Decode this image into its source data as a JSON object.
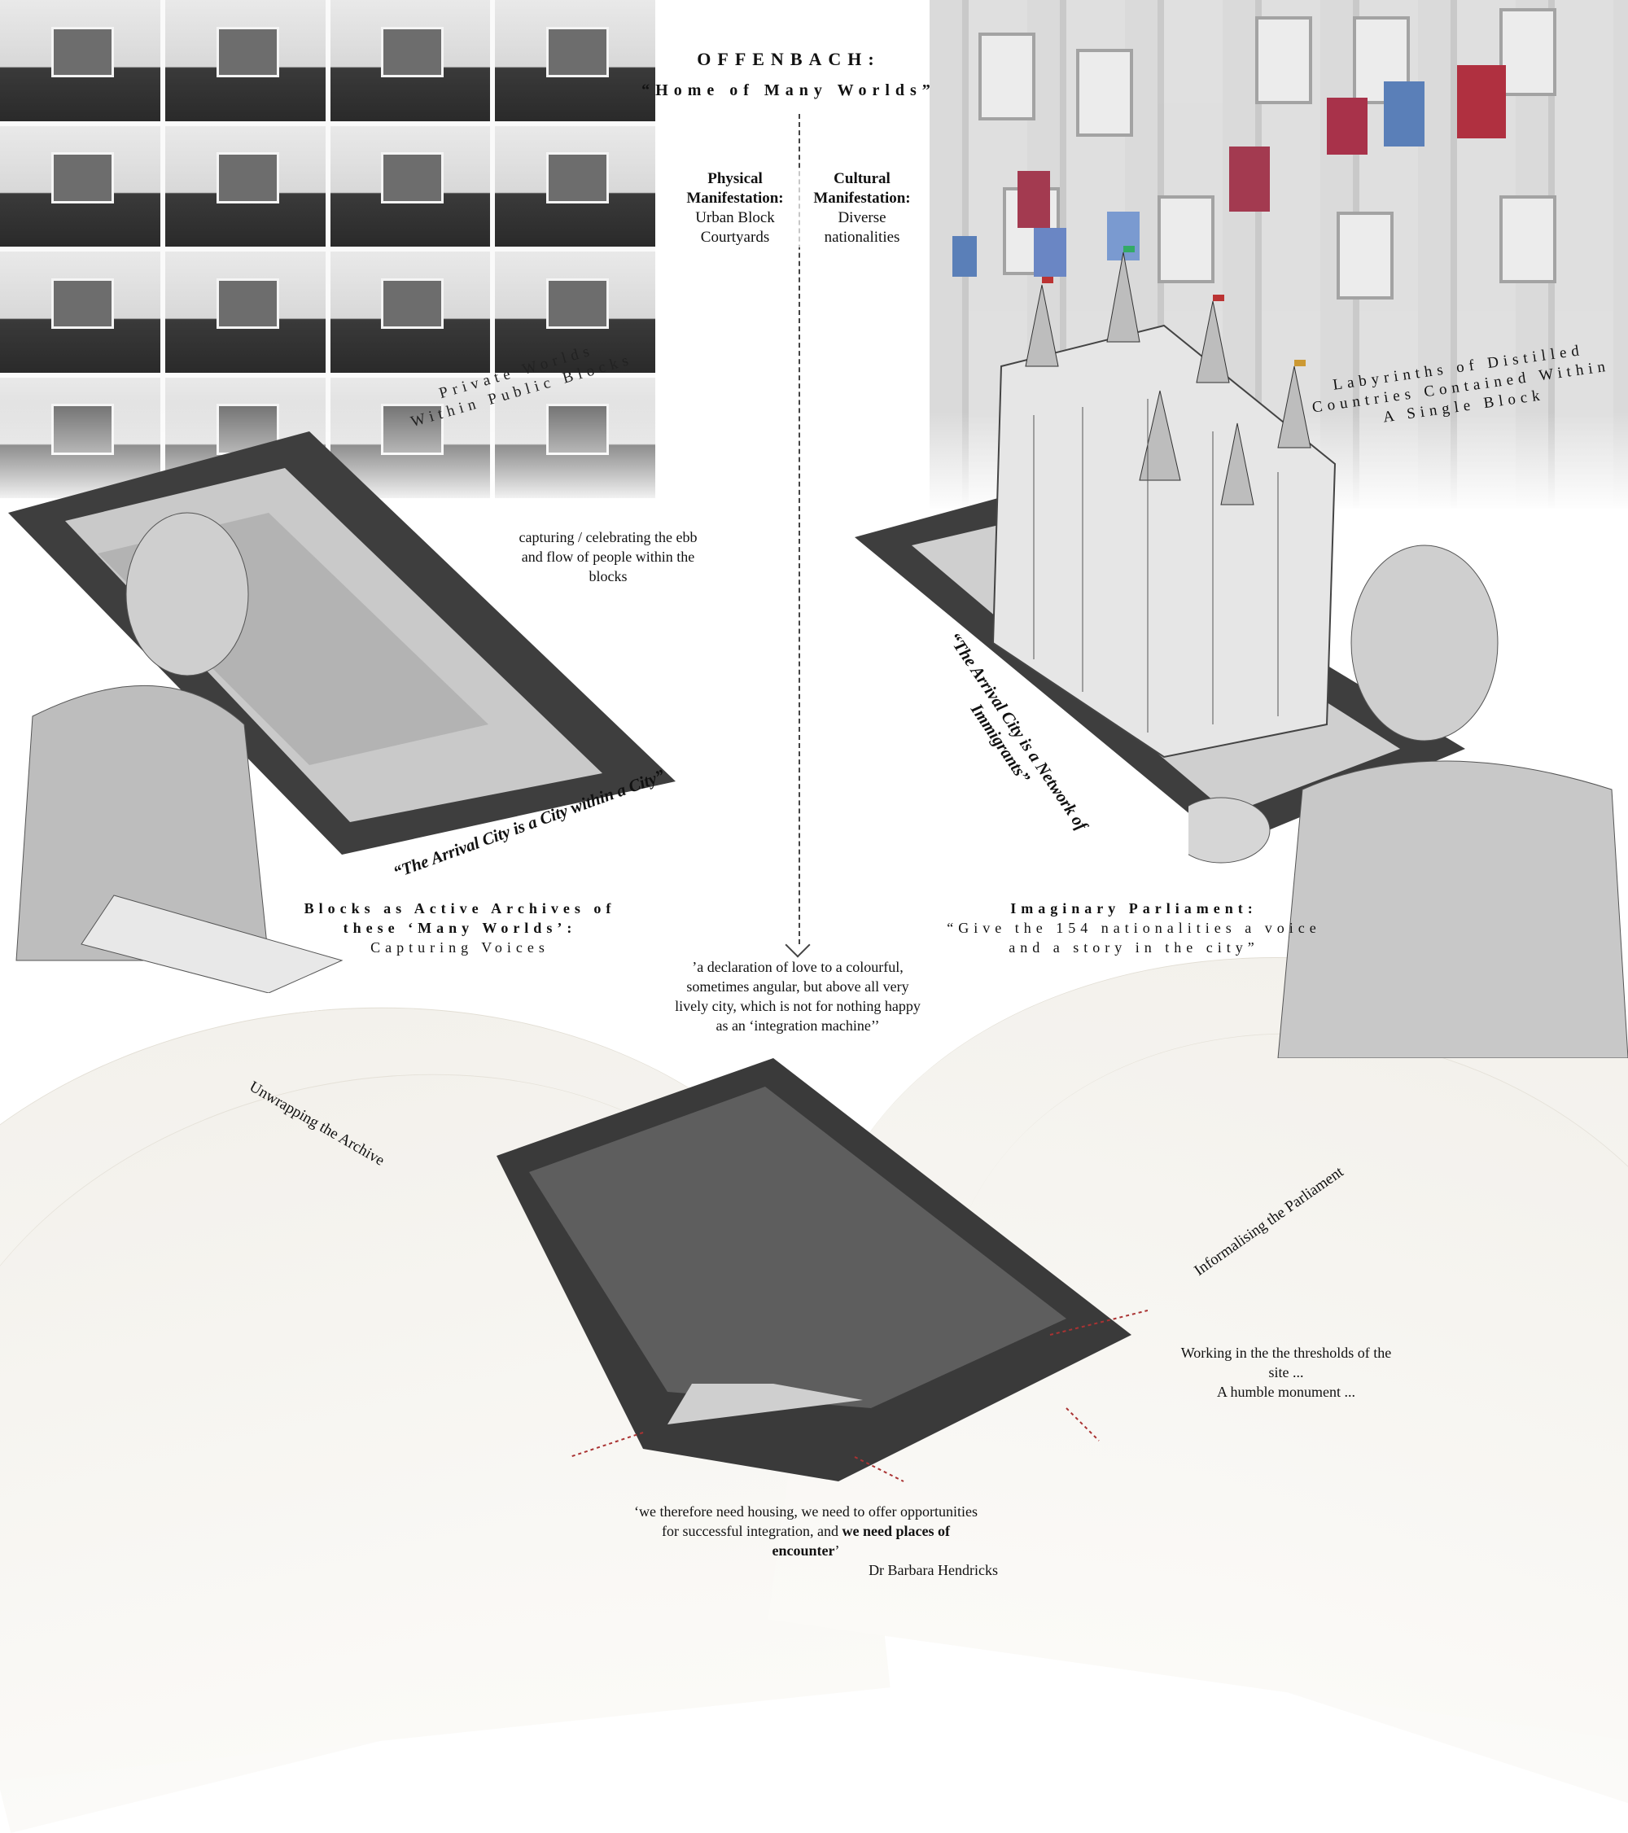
{
  "header": {
    "title": "OFFENBACH:",
    "subtitle": "“Home of Many Worlds”"
  },
  "manifestations": {
    "physical": {
      "heading_1": "Physical",
      "heading_2": "Manifestation:",
      "line_1": "Urban Block",
      "line_2": "Courtyards"
    },
    "cultural": {
      "heading_1": "Cultural",
      "heading_2": "Manifestation:",
      "line_1": "Diverse",
      "line_2": "nationalities"
    }
  },
  "left": {
    "private_worlds_1": "Private Worlds",
    "private_worlds_2": "Within Public Blocks",
    "capturing_1": "capturing / celebrating the ebb",
    "capturing_2": "and flow of people within the",
    "capturing_3": "blocks",
    "city_within_city": "“The Arrival City is a City within a City”",
    "archives_1": "Blocks as Active Archives of",
    "archives_2": "these ‘Many Worlds’:",
    "archives_3": "Capturing Voices"
  },
  "right": {
    "labyrinths_1": "Labyrinths of Distilled",
    "labyrinths_2": "Countries Contained Within",
    "labyrinths_3": "A Single Block",
    "network_1": "“The Arrival City is a Network of",
    "network_2": "Immigrants”",
    "parliament_1": "Imaginary Parliament:",
    "parliament_2": "“Give the 154 nationalities a voice",
    "parliament_3": "and a story in the city”"
  },
  "center": {
    "declaration_1": "’a declaration of love to a colourful,",
    "declaration_2": "sometimes angular, but above all very",
    "declaration_3": "lively city, which is not for nothing happy",
    "declaration_4": "as an ‘integration machine’’"
  },
  "bottom": {
    "unwrapping": "Unwrapping the Archive",
    "informalising": "Informalising the Parliament",
    "working_1": "Working in the the thresholds of the",
    "working_2": "site ...",
    "working_3": "A humble monument ...",
    "quote_1": "‘we therefore need housing, we need to offer opportunities",
    "quote_2a": "for successful integration, and ",
    "quote_2b": "we need places of",
    "quote_3a": "encounter",
    "quote_3b": "’",
    "author": "Dr Barbara Hendricks"
  }
}
